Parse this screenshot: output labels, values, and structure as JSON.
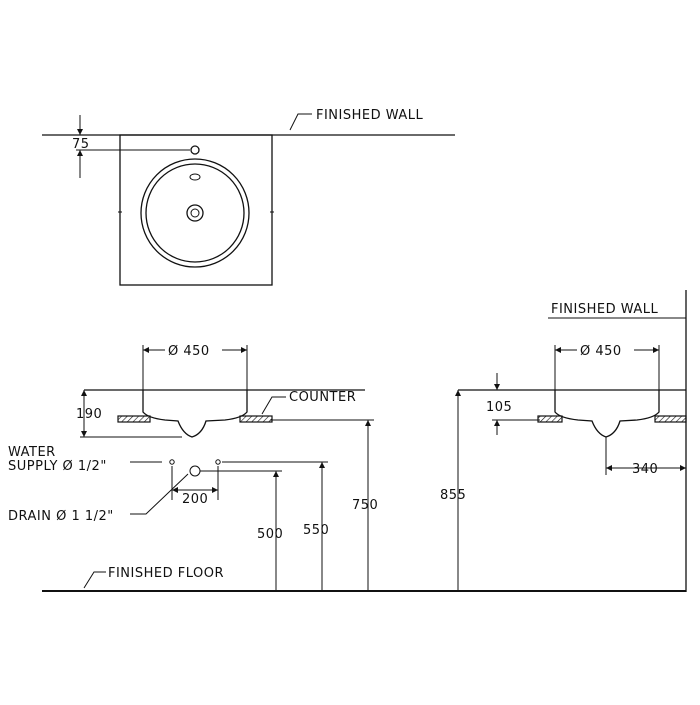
{
  "labels": {
    "finished_wall_top": "FINISHED WALL",
    "finished_wall_right": "FINISHED WALL",
    "counter": "COUNTER",
    "water_supply_line1": "WATER",
    "water_supply_line2": "SUPPLY Ø 1/2\"",
    "drain": "DRAIN Ø 1 1/2\"",
    "finished_floor": "FINISHED FLOOR"
  },
  "dimensions": {
    "tap_hole_offset": "75",
    "front_diameter": "Ø 450",
    "front_height": "190",
    "supply_spacing": "200",
    "drain_height": "500",
    "supply_height": "550",
    "counter_height": "750",
    "side_diameter": "Ø 450",
    "side_height": "105",
    "side_depth": "340",
    "side_total_height": "855"
  }
}
